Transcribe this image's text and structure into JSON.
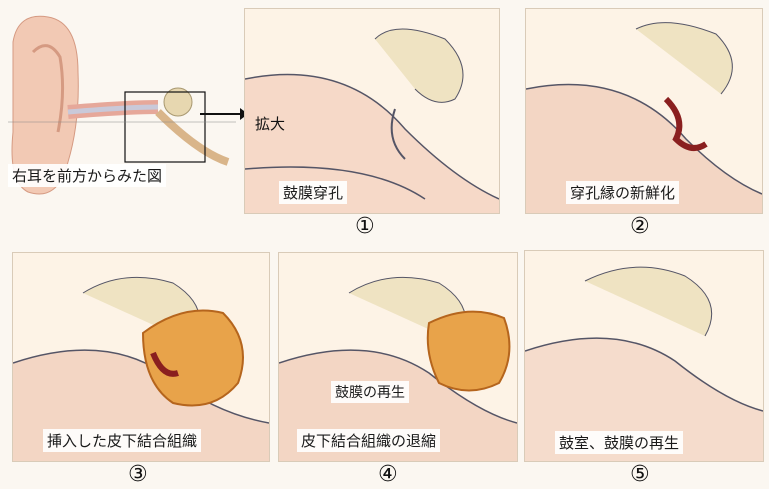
{
  "labels": {
    "overview": "右耳を前方からみた図",
    "zoom": "拡大",
    "p1_caption": "鼓膜穿孔",
    "p1_number": "①",
    "p2_caption": "穿孔縁の新鮮化",
    "p2_number": "②",
    "p3_caption": "挿入した皮下結合組織",
    "p3_number": "③",
    "p4_caption_top": "鼓膜の再生",
    "p4_caption": "皮下結合組織の退縮",
    "p4_number": "④",
    "p5_caption": "鼓室、鼓膜の再生",
    "p5_number": "⑤"
  },
  "colors": {
    "skin": "#f2c9b4",
    "tissue": "#e8a34a",
    "wound": "#8a1f1f",
    "panel": "#fdf3e6"
  }
}
